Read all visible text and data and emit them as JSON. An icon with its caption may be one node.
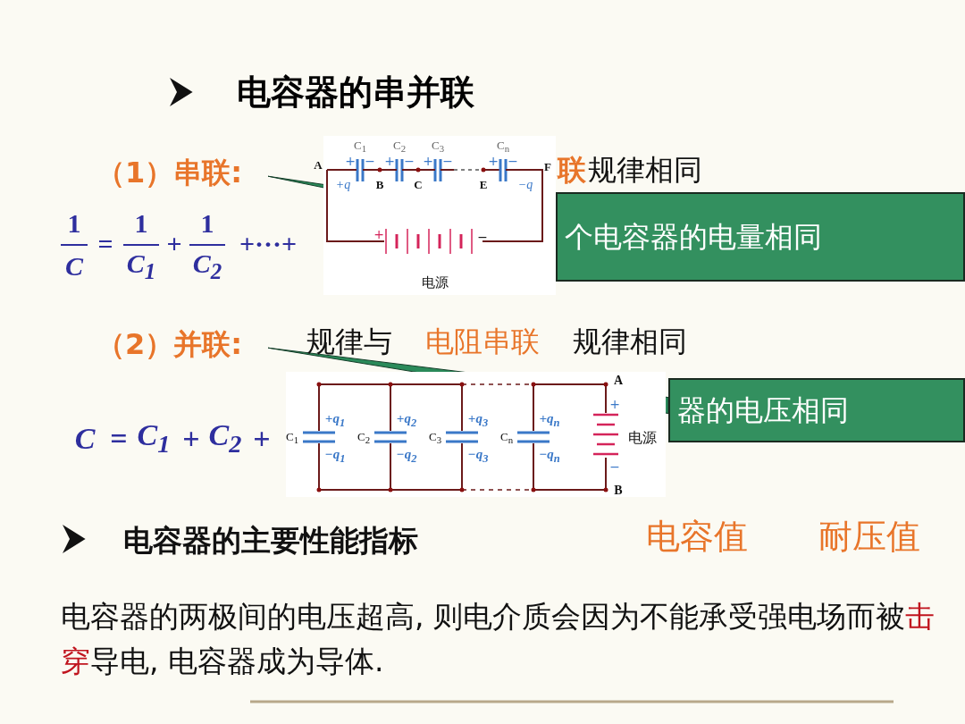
{
  "diagram": {
    "title": "电容器的串并联",
    "nodes": [
      {
        "text": [
          "（1）串联:"
        ]
      },
      {
        "text": [
          "个电容器的电量相同"
        ]
      },
      {
        "text": [
          "（2）并联:"
        ]
      },
      {
        "text": [
          "器的电压相同"
        ]
      }
    ],
    "edges": [
      {
        "from": 0,
        "to": 1,
        "arrow": "none"
      },
      {
        "from": 2,
        "to": 3,
        "arrow": "none"
      }
    ],
    "labels": [
      "联",
      "规律相同",
      "1",
      "C",
      "=",
      "1",
      "C$_{1}$",
      "+",
      "1",
      "C$_{2}$",
      "+···+",
      "C$_{1}$",
      "C$_{2}$",
      "C$_{3}$",
      "C$_{n}$",
      "A",
      "+",
      "−",
      "+",
      "−",
      "+",
      "−",
      "+",
      "−",
      "F",
      "+q",
      "B",
      "C",
      "E",
      "−q",
      "+",
      "−",
      "电源",
      "规律与",
      "电阻串联",
      "规律相同",
      "C",
      "=",
      "C$_{1}$",
      "+",
      "C$_{2}$",
      "+",
      "A",
      "+",
      "C$_{1}$",
      "+q$_{1}$",
      "−q$_{1}$",
      "C$_{2}$",
      "+q$_{2}$",
      "−q$_{2}$",
      "C$_{3}$",
      "+q$_{3}$",
      "−q$_{3}$",
      "C$_{n}$",
      "+q$_{n}$",
      "−q$_{n}$",
      "电源",
      "−",
      "B",
      "电容器的主要性能指标",
      "电容值",
      "耐压值",
      "电容器的两极间的电压超高, 则电介质会因为不能承受强电场而被",
      "击穿",
      "导电, 电容器成为导体."
    ]
  }
}
